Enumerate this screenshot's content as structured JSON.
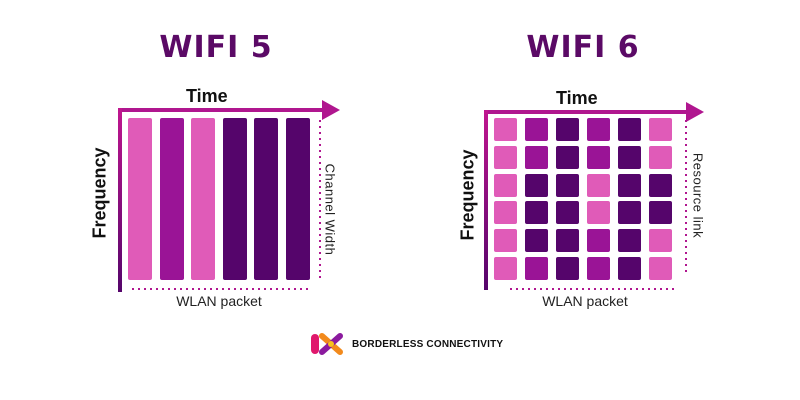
{
  "colors": {
    "light": "#e05bb8",
    "mid": "#9a1496",
    "dark": "#55056b",
    "axis": "#b0168f",
    "title": "#5b0a66"
  },
  "wifi5": {
    "title": "WIFI 5",
    "time_label": "Time",
    "frequency_label": "Frequency",
    "side_label": "Channel Width",
    "packet_label": "WLAN packet",
    "columns": [
      "light",
      "mid",
      "light",
      "dark",
      "dark",
      "dark"
    ]
  },
  "wifi6": {
    "title": "WIFI 6",
    "time_label": "Time",
    "frequency_label": "Frequency",
    "side_label": "Resource link",
    "packet_label": "WLAN packet",
    "grid": [
      [
        "light",
        "mid",
        "dark",
        "mid",
        "dark",
        "light"
      ],
      [
        "light",
        "mid",
        "dark",
        "mid",
        "dark",
        "light"
      ],
      [
        "light",
        "dark",
        "dark",
        "light",
        "dark",
        "dark"
      ],
      [
        "light",
        "dark",
        "dark",
        "light",
        "dark",
        "dark"
      ],
      [
        "light",
        "dark",
        "dark",
        "mid",
        "dark",
        "light"
      ],
      [
        "light",
        "mid",
        "dark",
        "mid",
        "dark",
        "light"
      ]
    ]
  },
  "brand": {
    "name": "BORDERLESS CONNECTIVITY",
    "logo_icon": "ix-logo-icon"
  }
}
